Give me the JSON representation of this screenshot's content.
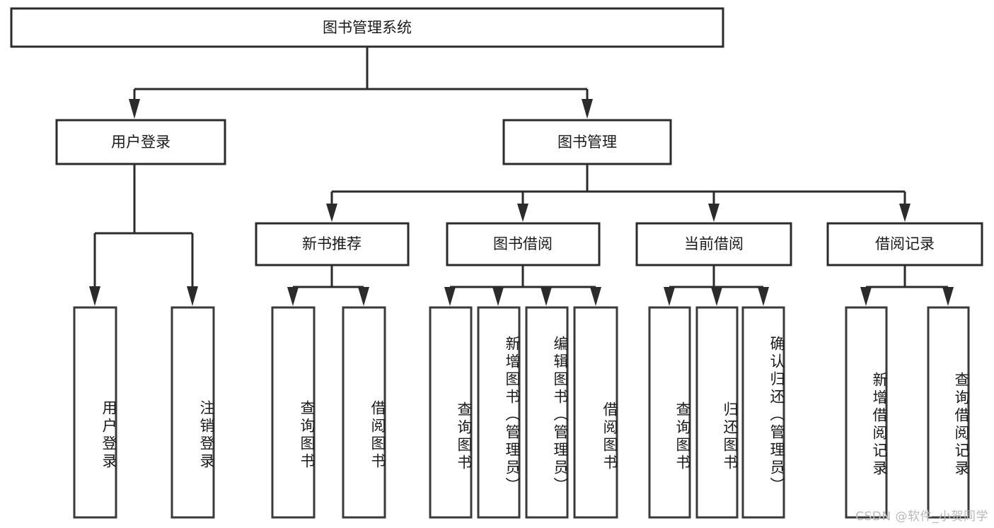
{
  "diagram": {
    "title": "图书管理系统",
    "type": "tree-hierarchy",
    "orientation": "top-down",
    "watermark": "CSDN @软件_小贺同学",
    "colors": {
      "background": "#ffffff",
      "box_stroke": "#2b2b2b",
      "box_fill": "#ffffff",
      "text": "#1a1a1a",
      "watermark": "#b9b9b9"
    },
    "root": {
      "label": "图书管理系统",
      "orientation": "horizontal"
    },
    "level2": [
      {
        "label": "用户登录",
        "orientation": "horizontal"
      },
      {
        "label": "图书管理",
        "orientation": "horizontal"
      }
    ],
    "level3": [
      {
        "label": "新书推荐",
        "orientation": "horizontal"
      },
      {
        "label": "图书借阅",
        "orientation": "horizontal"
      },
      {
        "label": "当前借阅",
        "orientation": "horizontal"
      },
      {
        "label": "借阅记录",
        "orientation": "horizontal"
      }
    ],
    "leaves": {
      "user_login": [
        {
          "label": "用户登录",
          "orientation": "vertical"
        },
        {
          "label": "注销登录",
          "orientation": "vertical"
        }
      ],
      "new_book_recommend": [
        {
          "label": "查询图书",
          "orientation": "vertical"
        },
        {
          "label": "借阅图书",
          "orientation": "vertical"
        }
      ],
      "book_borrow": [
        {
          "label": "查询图书",
          "orientation": "vertical"
        },
        {
          "label": "新增图书（管理员）",
          "orientation": "vertical"
        },
        {
          "label": "编辑图书（管理员）",
          "orientation": "vertical"
        },
        {
          "label": "借阅图书",
          "orientation": "vertical"
        }
      ],
      "current_borrow": [
        {
          "label": "查询图书",
          "orientation": "vertical"
        },
        {
          "label": "归还图书",
          "orientation": "vertical"
        },
        {
          "label": "确认归还（管理员）",
          "orientation": "vertical"
        }
      ],
      "borrow_record": [
        {
          "label": "新增借阅记录",
          "orientation": "vertical"
        },
        {
          "label": "查询借阅记录",
          "orientation": "vertical"
        }
      ]
    }
  }
}
